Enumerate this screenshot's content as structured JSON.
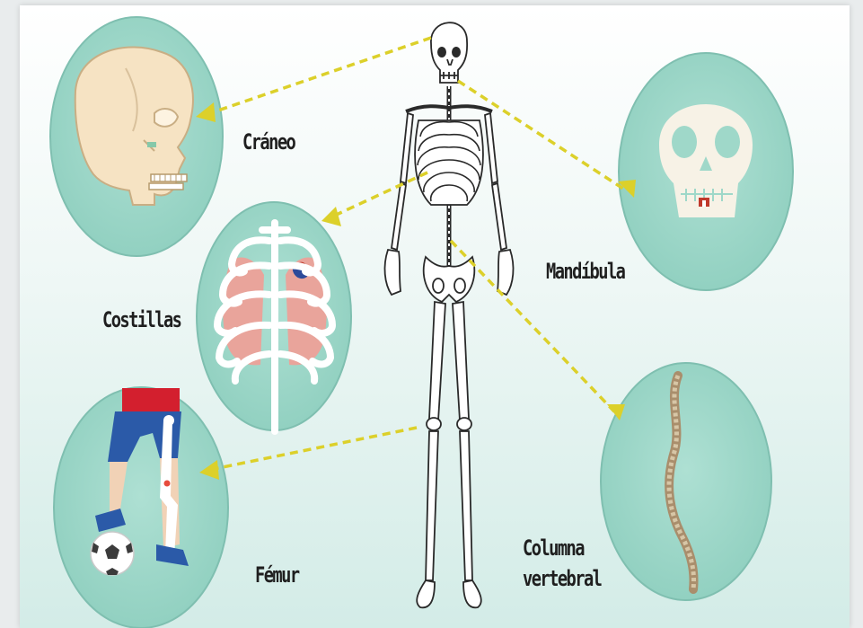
{
  "diagram": {
    "labels": {
      "craneo": "Cráneo",
      "mandibula": "Mandíbula",
      "costillas": "Costillas",
      "femur": "Fémur",
      "columna_line1": "Columna",
      "columna_line2": "vertebral"
    },
    "colors": {
      "circle_fill": "#9fd8c9",
      "arrow": "#dcd02a",
      "bone": "#f6eedc",
      "lung": "#e9a49b",
      "label_text": "#1f1f1f"
    },
    "icons": [
      "skull-side-icon",
      "skull-front-icon",
      "ribcage-icon",
      "leg-football-icon",
      "spine-icon",
      "skeleton-figure"
    ]
  }
}
